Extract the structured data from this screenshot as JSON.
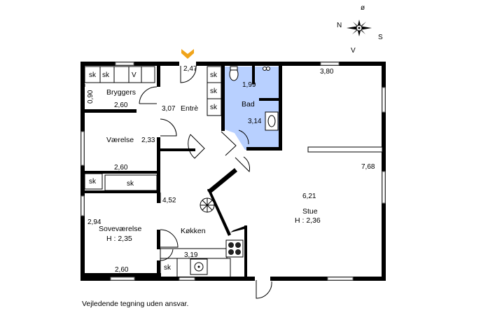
{
  "compass": {
    "n": "N",
    "s": "S",
    "v": "V",
    "o": "ø"
  },
  "colors": {
    "bathroom": "#b8d0ff",
    "entrance_marker": "#f0a41a",
    "wall": "#000000"
  },
  "rooms": {
    "bryggers": "Bryggers",
    "entre": "Entrè",
    "bad": "Bad",
    "vaerelse": "Værelse",
    "sovevaerelse": "Soveværelse",
    "sovevaerelse_height": "H : 2,35",
    "koekken": "Køkken",
    "stue": "Stue",
    "stue_height": "H : 2,36"
  },
  "fixtures": {
    "sk": "sk",
    "v": "V"
  },
  "dimensions": {
    "entre_width": "2,47",
    "bad_width": "1,99",
    "bad_depth": "3,14",
    "stue_width": "3,80",
    "stue_depth": "7,68",
    "stue_length": "6,21",
    "bryggers_depth": "0,90",
    "bryggers_width": "2,60",
    "entre_depth": "3,07",
    "vaerelse_depth": "2,33",
    "vaerelse_width": "2,60",
    "koekken_depth": "4,52",
    "koekken_width": "3,19",
    "sove_depth": "2,94",
    "sove_width": "2,60"
  },
  "disclaimer": "Vejledende tegning uden ansvar."
}
